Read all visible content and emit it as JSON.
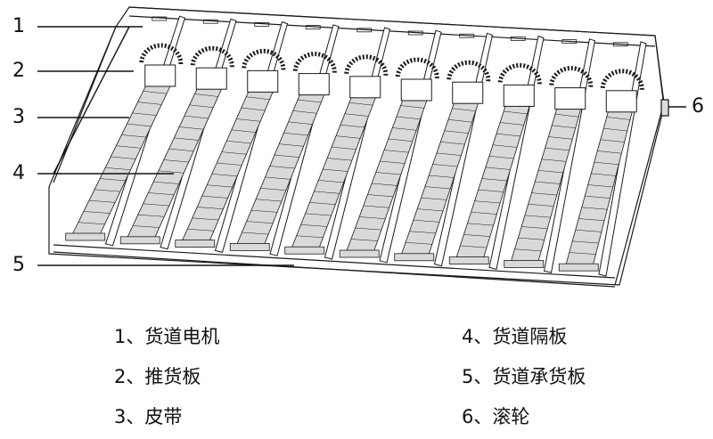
{
  "callouts": [
    "1",
    "2",
    "3",
    "4",
    "5",
    "6"
  ],
  "legend": [
    {
      "num": "1",
      "sep": "、",
      "label": "货道电机"
    },
    {
      "num": "2",
      "sep": "、",
      "label": "推货板"
    },
    {
      "num": "3",
      "sep": "、",
      "label": "皮带"
    },
    {
      "num": "4",
      "sep": "、",
      "label": "货道隔板"
    },
    {
      "num": "5",
      "sep": "、",
      "label": "货道承货板"
    },
    {
      "num": "6",
      "sep": "、",
      "label": "滚轮"
    }
  ],
  "channel_count": 10,
  "colors": {
    "line": "#1a1a1a",
    "fill": "#ffffff",
    "shade": "#d9d9d9"
  }
}
